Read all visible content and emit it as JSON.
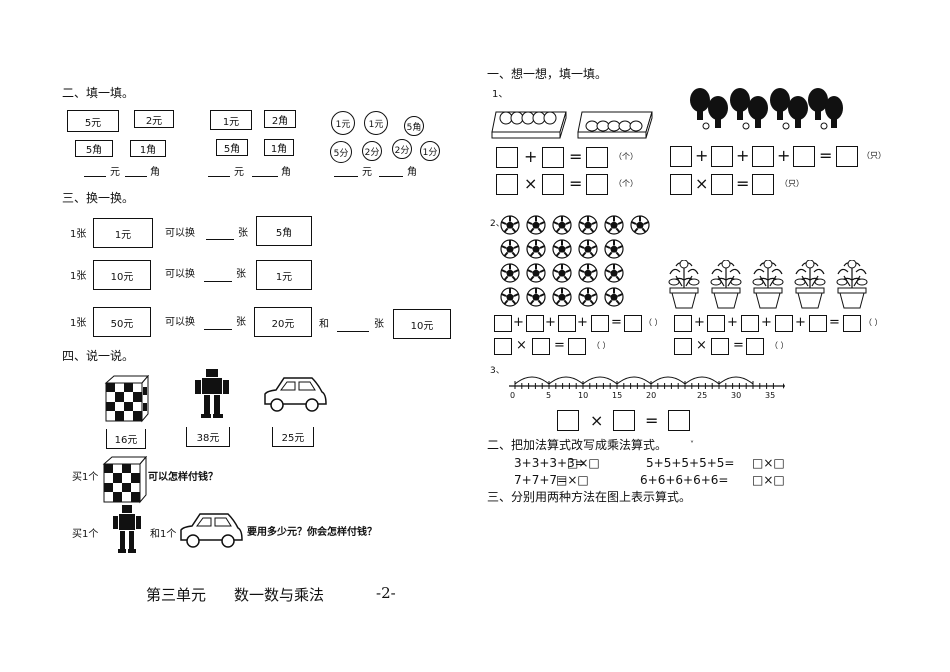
{
  "left": {
    "sec2_title": "二、填一填。",
    "sec2_groups": [
      {
        "top": [
          "5元",
          "2元"
        ],
        "bottom": [
          "5角",
          "1角"
        ]
      },
      {
        "top": [
          "1元",
          "2角"
        ],
        "bottom": [
          "5角",
          "1角"
        ]
      }
    ],
    "coins_top": [
      "1元",
      "1元",
      "5角"
    ],
    "coins_bottom": [
      "5分",
      "2分",
      "2分",
      "1分"
    ],
    "yuan": "元",
    "jiao": "角",
    "sec3_title": "三、换一换。",
    "zhang1": "1张",
    "ke_yi_huan": "可以换",
    "zhang": "张",
    "he": "和",
    "exchange_rows": [
      {
        "from": "1元",
        "to": "5角"
      },
      {
        "from": "10元",
        "to": "1元"
      },
      {
        "from": "50元",
        "to": "20元",
        "extra": "10元"
      }
    ],
    "sec4_title": "四、说一说。",
    "prices": [
      "16元",
      "38元",
      "25元"
    ],
    "buy1": "买1个",
    "q1": "可以怎样付钱？",
    "and1": "和1个",
    "q2": "要用多少元？你会怎样付钱？"
  },
  "right": {
    "sec1_title": "一、想一想，填一填。",
    "item1": "1、",
    "item2": "2、",
    "item3": "3、",
    "unit_ge": "（个）",
    "unit_zhi": "（只）",
    "paren": "（    ）",
    "plus": "+",
    "times": "×",
    "equals": "=",
    "number_line_ticks": [
      "0",
      "5",
      "10",
      "15",
      "20",
      "25",
      "30",
      "35"
    ],
    "sec2_title": "二、把加法算式改写成乘法算式。",
    "sec2_mark": "˅",
    "exprs": [
      {
        "expr": "3+3+3+3=",
        "blank": "□×□"
      },
      {
        "expr": "5+5+5+5+5=",
        "blank": "□×□"
      },
      {
        "expr": "7+7+7=",
        "blank": "□×□"
      },
      {
        "expr": "6+6+6+6+6=",
        "blank": "□×□"
      }
    ],
    "sec3_title": "三、分别用两种方法在图上表示算式。"
  },
  "footer": {
    "unit": "第三单元",
    "title": "数一数与乘法",
    "page": "-2-"
  }
}
